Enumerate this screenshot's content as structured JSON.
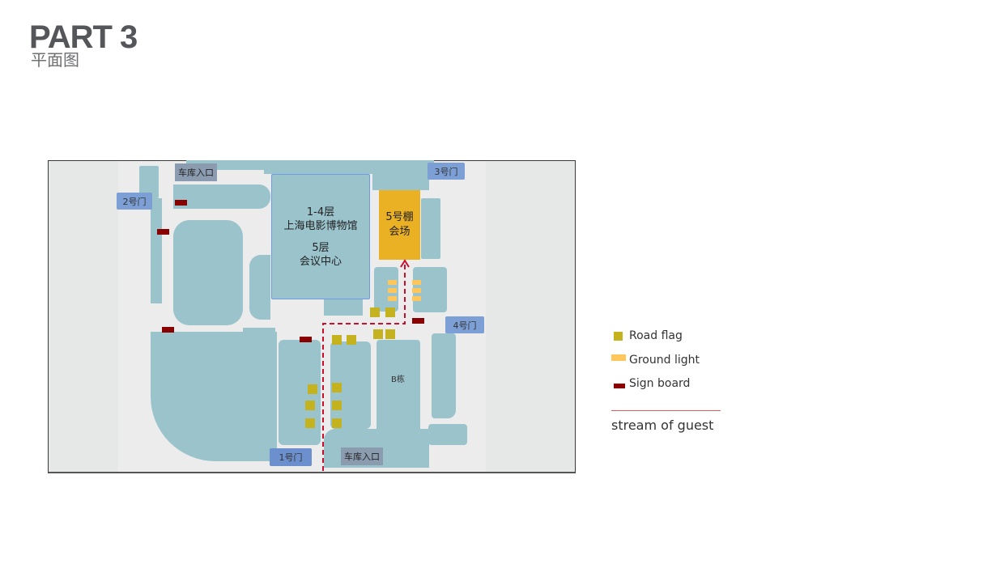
{
  "header": {
    "title": "PART 3",
    "subtitle": "平面图"
  },
  "map": {
    "gates": {
      "gate1": "1号门",
      "gate2": "2号门",
      "gate3": "3号门",
      "gate4": "4号门"
    },
    "garage_entrances": {
      "top": "车库入口",
      "bottom": "车库入口"
    },
    "museum": {
      "line1": "1-4层",
      "line2": "上海电影博物馆",
      "line3": "5层",
      "line4": "会议中心"
    },
    "hall5": {
      "line1": "5号棚",
      "line2": "会场"
    },
    "building_b": "B栋"
  },
  "legend": {
    "items": [
      {
        "label": "Road flag",
        "color": "#c4b21f"
      },
      {
        "label": "Ground light",
        "color": "#fec65b"
      },
      {
        "label": "Sign board",
        "color": "#880000"
      }
    ],
    "route_label": "stream of guest",
    "route_color": "#c8102e"
  }
}
